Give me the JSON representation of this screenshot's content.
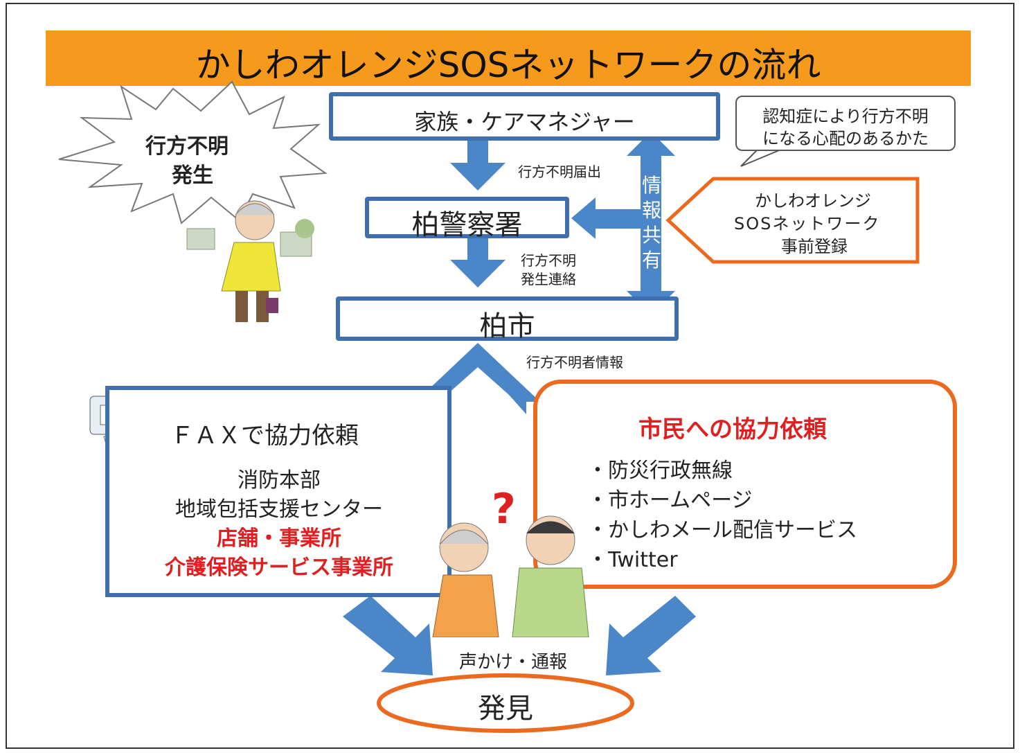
{
  "title": "かしわオレンジSOSネットワークの流れ",
  "colors": {
    "title_bg": "#f59a1c",
    "blue": "#3f6fae",
    "arrow": "#4a86c8",
    "orange": "#ec6a1f",
    "red": "#e02020"
  },
  "nodes": {
    "family": "家族・ケアマネジャー",
    "police": "柏警察署",
    "city": "柏市",
    "missing": [
      "行方不明",
      "発生"
    ],
    "note": [
      "認知症により行方不明",
      "になる心配のあるかた"
    ],
    "registration": [
      "かしわオレンジ",
      "SOSネットワーク",
      "事前登録"
    ],
    "found": "発見"
  },
  "edges": {
    "report": "行方不明届出",
    "contact": [
      "行方不明",
      "発生連絡"
    ],
    "info_share": [
      "情",
      "報",
      "共",
      "有"
    ],
    "missing_info": "行方不明者情報",
    "call_out": "声かけ・通報"
  },
  "fax_box": {
    "title": "ＦＡＸで協力依頼",
    "items": [
      "消防本部",
      "地域包括支援センター"
    ],
    "items_red": [
      "店舗・事業所",
      "介護保険サービス事業所"
    ]
  },
  "citizen_box": {
    "title": "市民への協力依頼",
    "items": [
      "・防災行政無線",
      "・市ホームページ",
      "・かしわメール配信サービス",
      "・Twitter"
    ]
  },
  "icons": [
    "burst-icon",
    "elderly-woman-icon",
    "fax-icon",
    "antenna-icon",
    "mail-icon",
    "confused-people-icon",
    "question-mark-icon"
  ]
}
